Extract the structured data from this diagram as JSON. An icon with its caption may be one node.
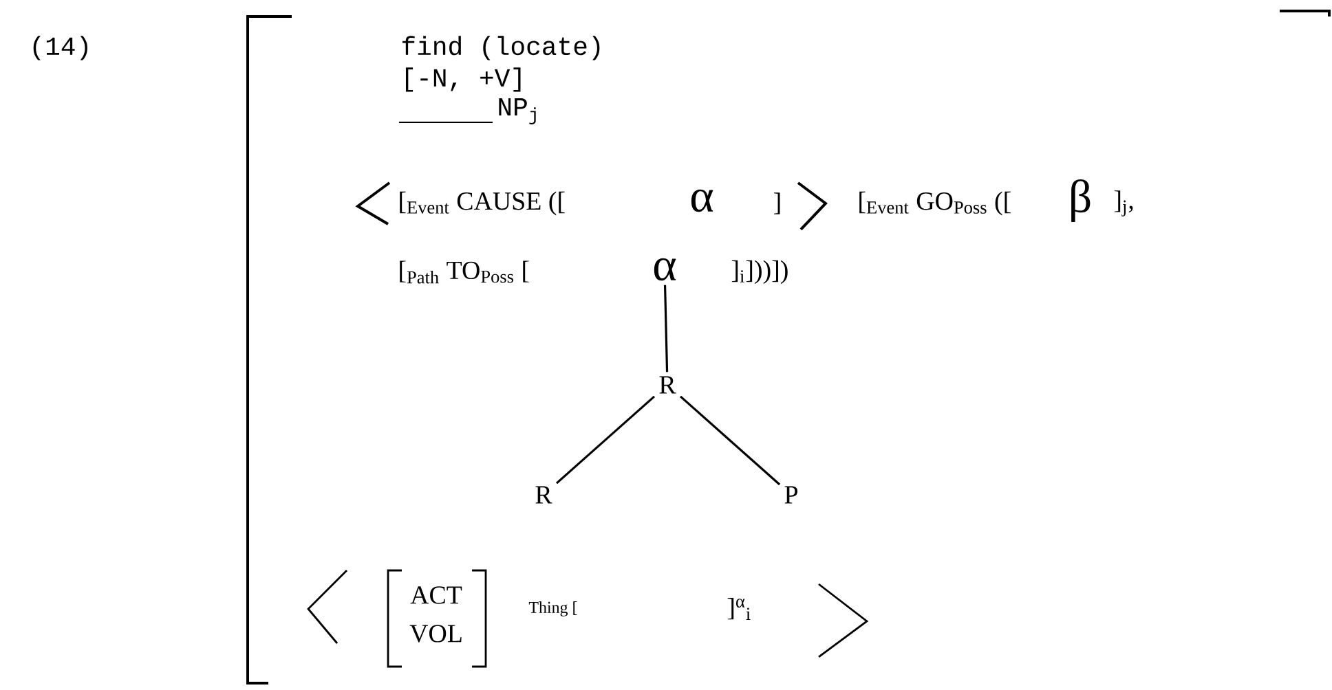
{
  "diagram": {
    "nodes": [
      {
        "text": [
          "α"
        ]
      },
      {
        "text": [
          "R"
        ]
      },
      {
        "text": [
          "R"
        ]
      },
      {
        "text": [
          "P"
        ]
      }
    ],
    "edges": [
      {
        "from": 0,
        "to": 1,
        "arrow": "none"
      },
      {
        "from": 1,
        "to": 2,
        "arrow": "none"
      },
      {
        "from": 1,
        "to": 3,
        "arrow": "none"
      }
    ],
    "labels": [
      "(14)",
      "find (locate)",
      "[-N, +V]",
      "NP$_{j}$",
      "[$_{Event}$ CAUSE ([",
      "α",
      "]",
      "[$_{Event}$ GO$_{Poss}$ ([",
      "β",
      "]$_{j}$,",
      "[$_{Path}$ TO$_{Poss}$ [",
      "]$_{i}$]))])",
      "ACT",
      "VOL",
      "Thing [",
      "]$^{α}$$_{i}$"
    ]
  }
}
